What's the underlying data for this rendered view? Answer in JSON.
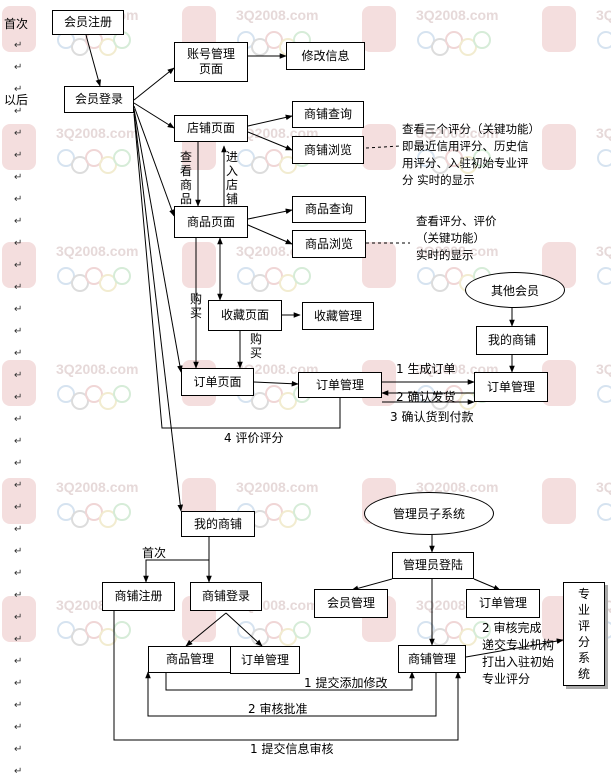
{
  "watermark": {
    "text": "3Q2008.com"
  },
  "labels": {
    "first_time": "首次",
    "after": "以后",
    "view_products": "查看商品",
    "enter_shop": "进入店铺",
    "buy_1": "购买",
    "buy_2": "购买",
    "gen_order": "1 生成订单",
    "confirm_ship": "2 确认发货",
    "confirm_receipt": "3 确认货到付款",
    "rate": "4 评价评分",
    "first_time_2": "首次",
    "submit_edit": "1 提交添加修改",
    "audit_approve": "2 审核批准",
    "submit_info": "1 提交信息审核",
    "review_done": "2 审核完成\n递交专业机构\n打出入驻初始\n专业评分"
  },
  "notes": {
    "shop_browse": "查看三个评分（关键功能）\n即最近信用评分、历史信\n用评分、入驻初始专业评\n分 实时的显示",
    "product_browse": "查看评分、评价\n（关键功能）\n实时的显示"
  },
  "nodes": {
    "member_register": "会员注册",
    "member_login": "会员登录",
    "account_page": "账号管理\n页面",
    "edit_info": "修改信息",
    "shop_page": "店铺页面",
    "shop_query": "商铺查询",
    "shop_browse": "商铺浏览",
    "product_page": "商品页面",
    "product_query": "商品查询",
    "product_browse": "商品浏览",
    "favorites_page": "收藏页面",
    "favorites_mgmt": "收藏管理",
    "order_page": "订单页面",
    "order_mgmt": "订单管理",
    "other_member": "其他会员",
    "my_shop_right": "我的商铺",
    "order_mgmt_right": "订单管理",
    "my_shop": "我的商铺",
    "shop_register": "商铺注册",
    "shop_login": "商铺登录",
    "product_mgmt": "商品管理",
    "order_mgmt_low": "订单管理",
    "admin_subsystem": "管理员子系统",
    "admin_login": "管理员登陆",
    "member_mgmt": "会员管理",
    "order_mgmt_admin": "订单管理",
    "shop_mgmt": "商铺管理",
    "pro_rating_system": "专业评分系统"
  }
}
